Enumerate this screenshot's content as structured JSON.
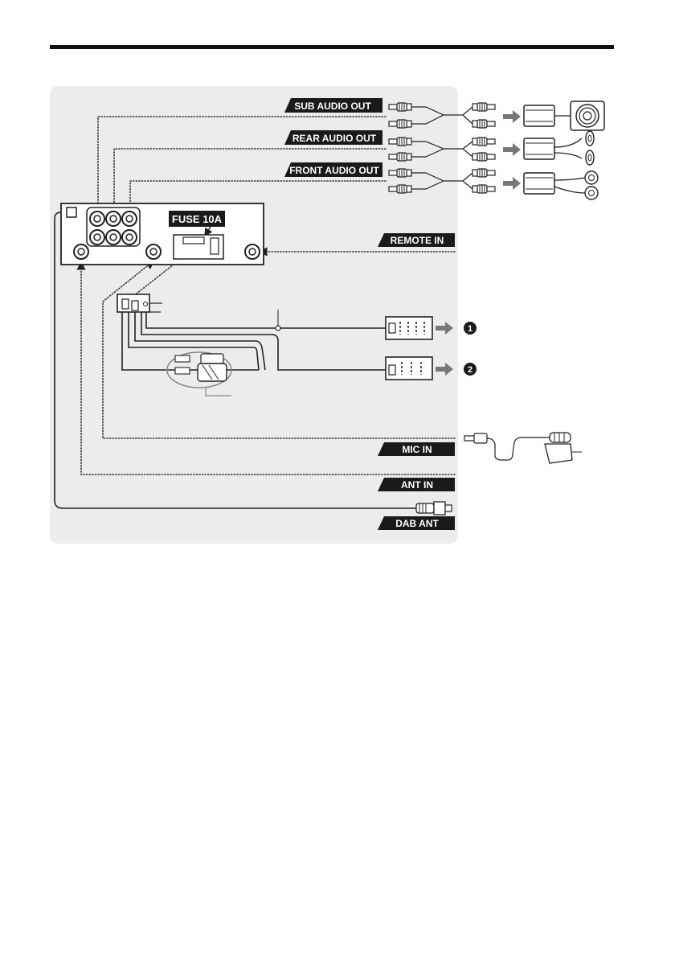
{
  "labels": {
    "sub_audio_out": "SUB AUDIO OUT",
    "rear_audio_out": "REAR AUDIO OUT",
    "front_audio_out": "FRONT AUDIO OUT",
    "fuse": "FUSE 10A",
    "remote_in": "REMOTE IN",
    "mic_in": "MIC IN",
    "ant_in": "ANT IN",
    "dab_ant": "DAB ANT"
  },
  "markers": {
    "one": "1",
    "two": "2"
  },
  "colors": {
    "panel_bg": "#ececec",
    "label_bg": "#1a1a1a",
    "arrow_gray": "#777777",
    "line": "#222222"
  }
}
